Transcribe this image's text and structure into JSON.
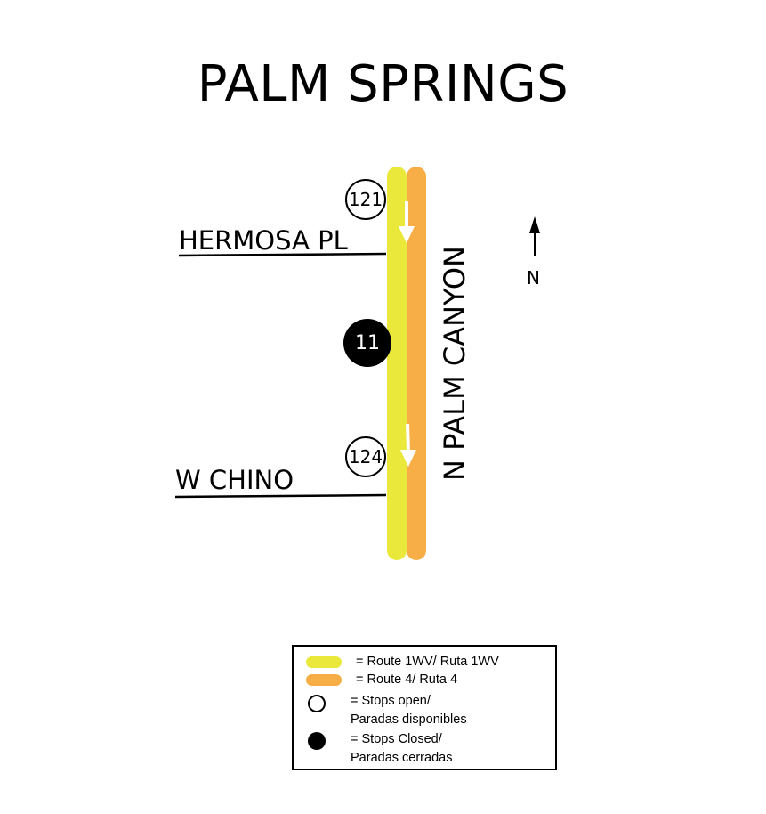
{
  "title": "PALM SPRINGS",
  "streets": {
    "hermosa": "HERMOSA PL",
    "chino": "W CHINO",
    "palm_canyon": "N PALM CANYON"
  },
  "stops": [
    {
      "id": "121",
      "status": "open"
    },
    {
      "id": "11",
      "status": "closed"
    },
    {
      "id": "124",
      "status": "open"
    }
  ],
  "north_label": "N",
  "routes": [
    {
      "name": "Route 1WV",
      "color": "#eae83a"
    },
    {
      "name": "Route 4",
      "color": "#f7ae47"
    }
  ],
  "legend": {
    "route_1wv": "= Route 1WV/ Ruta 1WV",
    "route_4": "= Route 4/ Ruta 4",
    "open_line1": "= Stops open/",
    "open_line2": "Paradas disponibles",
    "closed_line1": "= Stops Closed/",
    "closed_line2": "Paradas cerradas"
  }
}
